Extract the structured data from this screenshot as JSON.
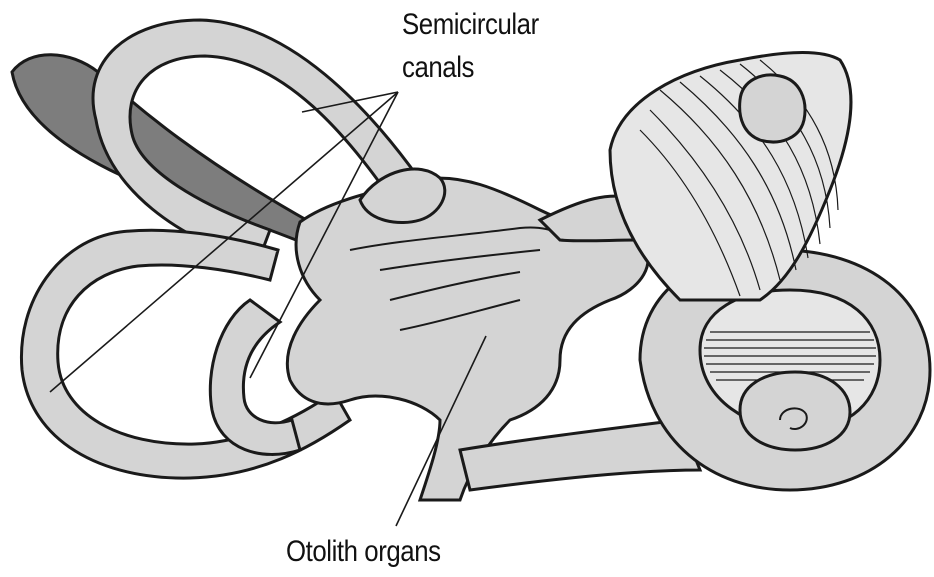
{
  "labels": {
    "semicircular_line1": "Semicircular",
    "semicircular_line2": "canals",
    "otolith": "Otolith organs"
  },
  "colors": {
    "fill_light": "#d4d4d4",
    "fill_lighter": "#e6e6e6",
    "fill_dark": "#7d7d7d",
    "stroke": "#1a1a1a",
    "background": "#ffffff"
  }
}
